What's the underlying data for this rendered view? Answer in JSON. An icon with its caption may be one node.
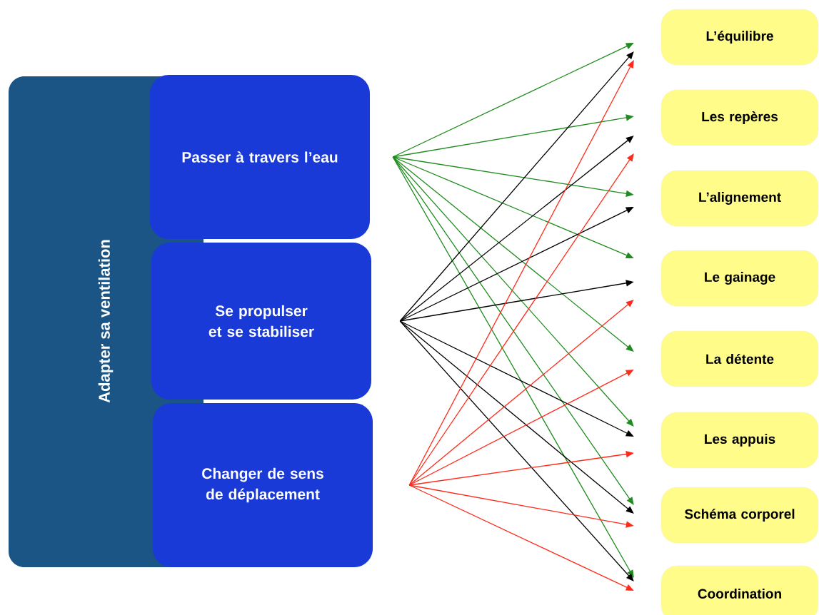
{
  "diagram": {
    "nodes": [
      {
        "text": [
          "Adapter sa ventilation"
        ]
      },
      {
        "text": [
          "Passer à travers l’eau"
        ]
      },
      {
        "text": [
          "Se propulser et se stabiliser"
        ]
      },
      {
        "text": [
          "Changer de sens de déplacement"
        ]
      },
      {
        "text": [
          "L’équilibre"
        ]
      },
      {
        "text": [
          "Les repères"
        ]
      },
      {
        "text": [
          "L’alignement"
        ]
      },
      {
        "text": [
          "Le gainage"
        ]
      },
      {
        "text": [
          "La détente"
        ]
      },
      {
        "text": [
          "Les appuis"
        ]
      },
      {
        "text": [
          "Schéma corporel"
        ]
      },
      {
        "text": [
          "Coordination"
        ]
      }
    ],
    "edges": [
      {
        "from": 1,
        "to": 4,
        "arrow": "to",
        "color": "#1e8c1e"
      },
      {
        "from": 1,
        "to": 5,
        "arrow": "to",
        "color": "#1e8c1e"
      },
      {
        "from": 1,
        "to": 6,
        "arrow": "to",
        "color": "#1e8c1e"
      },
      {
        "from": 1,
        "to": 7,
        "arrow": "to",
        "color": "#1e8c1e"
      },
      {
        "from": 1,
        "to": 8,
        "arrow": "to",
        "color": "#1e8c1e"
      },
      {
        "from": 1,
        "to": 9,
        "arrow": "to",
        "color": "#1e8c1e"
      },
      {
        "from": 1,
        "to": 10,
        "arrow": "to",
        "color": "#1e8c1e"
      },
      {
        "from": 1,
        "to": 11,
        "arrow": "to",
        "color": "#1e8c1e"
      },
      {
        "from": 2,
        "to": 4,
        "arrow": "to",
        "color": "#000000"
      },
      {
        "from": 2,
        "to": 5,
        "arrow": "to",
        "color": "#000000"
      },
      {
        "from": 2,
        "to": 6,
        "arrow": "to",
        "color": "#000000"
      },
      {
        "from": 2,
        "to": 7,
        "arrow": "to",
        "color": "#000000"
      },
      {
        "from": 2,
        "to": 9,
        "arrow": "to",
        "color": "#000000"
      },
      {
        "from": 2,
        "to": 10,
        "arrow": "to",
        "color": "#000000"
      },
      {
        "from": 2,
        "to": 11,
        "arrow": "to",
        "color": "#000000"
      },
      {
        "from": 3,
        "to": 4,
        "arrow": "to",
        "color": "#ff2a1a"
      },
      {
        "from": 3,
        "to": 5,
        "arrow": "to",
        "color": "#ff2a1a"
      },
      {
        "from": 3,
        "to": 7,
        "arrow": "to",
        "color": "#ff2a1a"
      },
      {
        "from": 3,
        "to": 8,
        "arrow": "to",
        "color": "#ff2a1a"
      },
      {
        "from": 3,
        "to": 9,
        "arrow": "to",
        "color": "#ff2a1a"
      },
      {
        "from": 3,
        "to": 10,
        "arrow": "to",
        "color": "#ff2a1a"
      },
      {
        "from": 3,
        "to": 11,
        "arrow": "to",
        "color": "#ff2a1a"
      }
    ]
  }
}
